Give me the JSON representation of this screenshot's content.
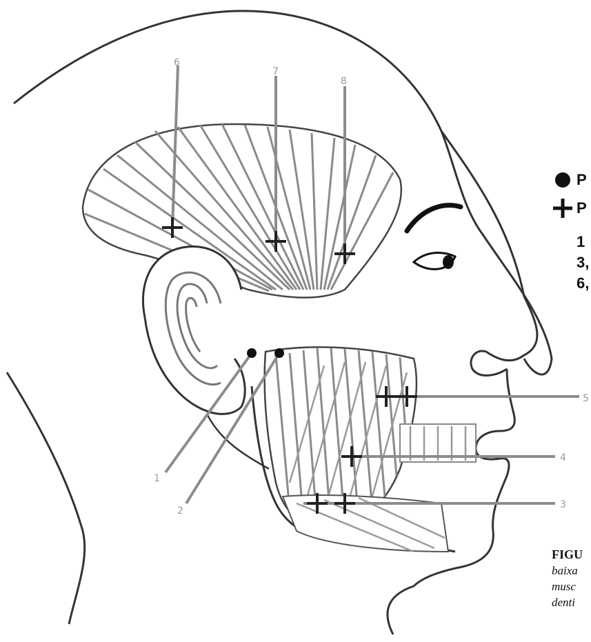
{
  "legend": {
    "trigger_point_text": "P",
    "trigger_point_color": "#111111",
    "motor_point_text": "P",
    "motor_point_color": "#111111",
    "item_line_1": "1",
    "item_line_2": "3,",
    "item_line_3": "6,"
  },
  "caption": {
    "title": "FIGU",
    "line_1": "baixa",
    "line_2": "musc",
    "line_3": "denti"
  },
  "point_labels": {
    "p1": "1",
    "p2": "2",
    "p3": "3",
    "p4": "4",
    "p5": "5",
    "p6": "6",
    "p7": "7",
    "p8": "8"
  },
  "colors": {
    "outline": "#333333",
    "muscle_stripe": "#8a8a8a",
    "pointer_line": "#8c8c8c",
    "marker": "#111111",
    "background": "#ffffff"
  }
}
